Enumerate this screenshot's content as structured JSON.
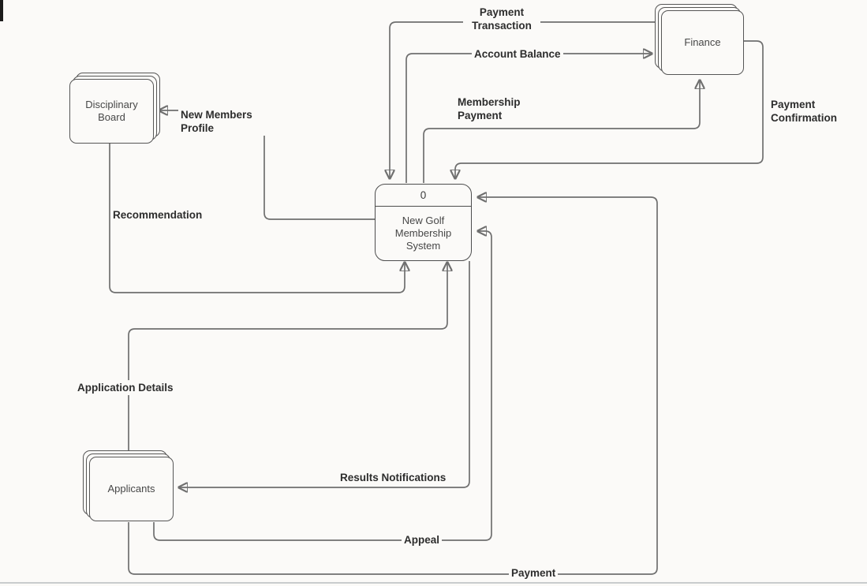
{
  "diagram": {
    "type": "data-flow-context-diagram",
    "process": {
      "number": "0",
      "name": "New Golf Membership System"
    },
    "entities": {
      "finance": {
        "label": "Finance"
      },
      "disciplinary_board": {
        "label": "Disciplinary Board"
      },
      "applicants": {
        "label": "Applicants"
      }
    },
    "flows": {
      "payment_transaction": {
        "label": "Payment Transaction",
        "from": "Finance",
        "to": "New Golf Membership System"
      },
      "account_balance": {
        "label": "Account Balance",
        "from": "New Golf Membership System",
        "to": "Finance"
      },
      "membership_payment": {
        "label": "Membership Payment",
        "from": "New Golf Membership System",
        "to": "Finance"
      },
      "payment_confirmation": {
        "label": "Payment Confirmation",
        "from": "Finance",
        "to": "New Golf Membership System"
      },
      "new_members_profile": {
        "label": "New Members Profile",
        "from": "New Golf Membership System",
        "to": "Disciplinary Board"
      },
      "recommendation": {
        "label": "Recommendation",
        "from": "Disciplinary Board",
        "to": "New Golf Membership System"
      },
      "application_details": {
        "label": "Application Details",
        "from": "Applicants",
        "to": "New Golf Membership System"
      },
      "results_notifications": {
        "label": "Results Notifications",
        "from": "New Golf Membership System",
        "to": "Applicants"
      },
      "appeal": {
        "label": "Appeal",
        "from": "Applicants",
        "to": "New Golf Membership System"
      },
      "payment": {
        "label": "Payment",
        "from": "Applicants",
        "to": "New Golf Membership System"
      }
    },
    "colors": {
      "background": "#fbfaf8",
      "line": "#6f6f6f",
      "shape_border": "#565656",
      "label_text": "#2d2d2d",
      "entity_text": "#474747"
    }
  }
}
